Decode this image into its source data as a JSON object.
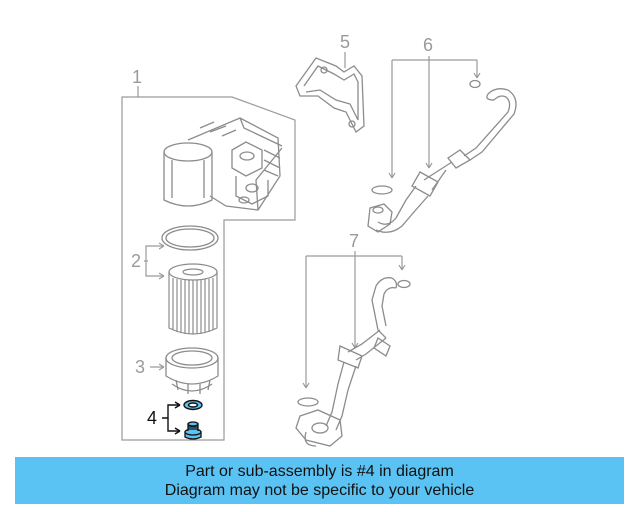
{
  "callouts": {
    "c1": "1",
    "c2": "2",
    "c3": "3",
    "c4": "4",
    "c5": "5",
    "c6": "6",
    "c7": "7"
  },
  "banner": {
    "line1": "Part or sub-assembly is #4 in diagram",
    "line2": "Diagram may not be specific to your vehicle"
  },
  "colors": {
    "banner_bg": "#5ac3f3",
    "line_art": "#8c8c8c",
    "highlight": "#111111"
  }
}
